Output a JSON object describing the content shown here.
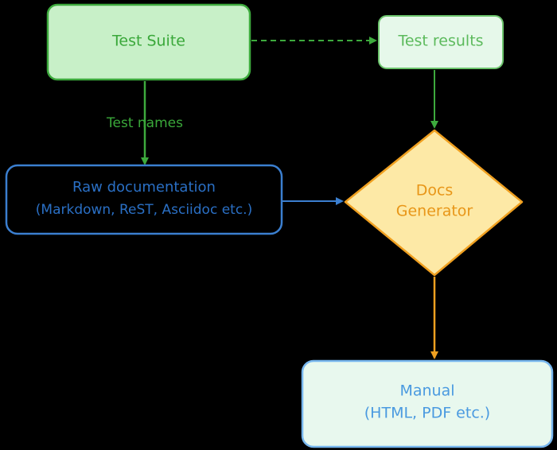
{
  "nodes": {
    "test_suite": {
      "label": "Test Suite"
    },
    "test_results": {
      "label": "Test results"
    },
    "raw_docs": {
      "line1": "Raw documentation",
      "line2": "(Markdown, ReST, Asciidoc etc.)"
    },
    "docs_generator": {
      "line1": "Docs",
      "line2": "Generator"
    },
    "manual": {
      "line1": "Manual",
      "line2": "(HTML, PDF etc.)"
    }
  },
  "edges": {
    "test_names": {
      "label": "Test names"
    }
  },
  "colors": {
    "green_stroke": "#3daa3d",
    "green_fill": "#c8f0c8",
    "green_fill_light": "#e6f8ea",
    "green_text": "#3aa83a",
    "blue_stroke": "#3b7fd0",
    "blue_text": "#2a6fc4",
    "light_blue_stroke": "#77b6ee",
    "light_blue_text": "#4a9ae0",
    "manual_fill": "#e8f8ee",
    "orange_stroke": "#f0a020",
    "orange_fill": "#fde9a6",
    "orange_text": "#e89618"
  }
}
